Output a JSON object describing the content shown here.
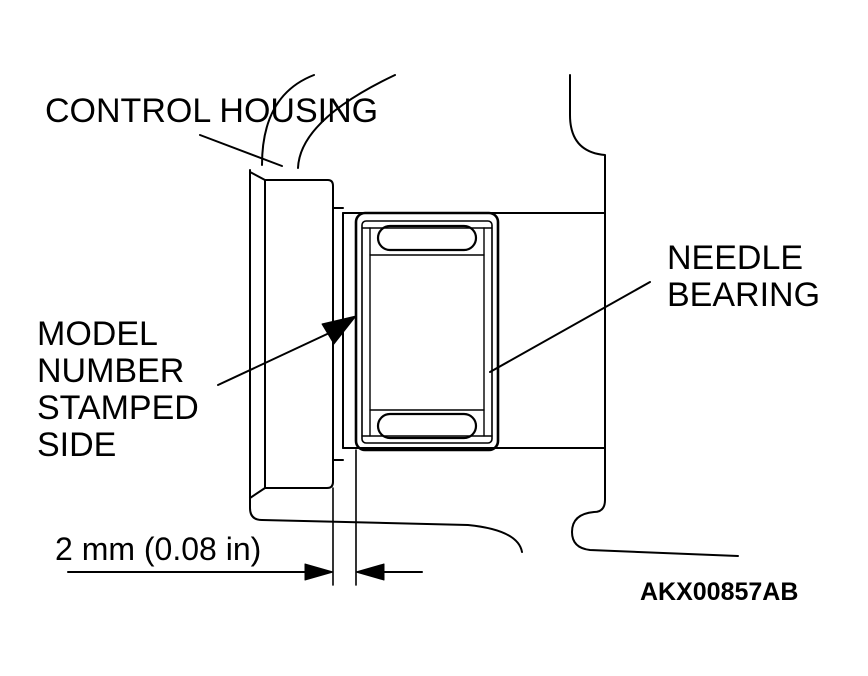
{
  "labels": {
    "control_housing": "CONTROL HOUSING",
    "needle_bearing_line1": "NEEDLE",
    "needle_bearing_line2": "BEARING",
    "model_line1": "MODEL",
    "model_line2": "NUMBER",
    "model_line3": "STAMPED",
    "model_line4": "SIDE",
    "dimension": "2 mm (0.08 in)",
    "figure_code": "AKX00857AB"
  },
  "colors": {
    "ink": "#000000",
    "background": "#ffffff"
  }
}
